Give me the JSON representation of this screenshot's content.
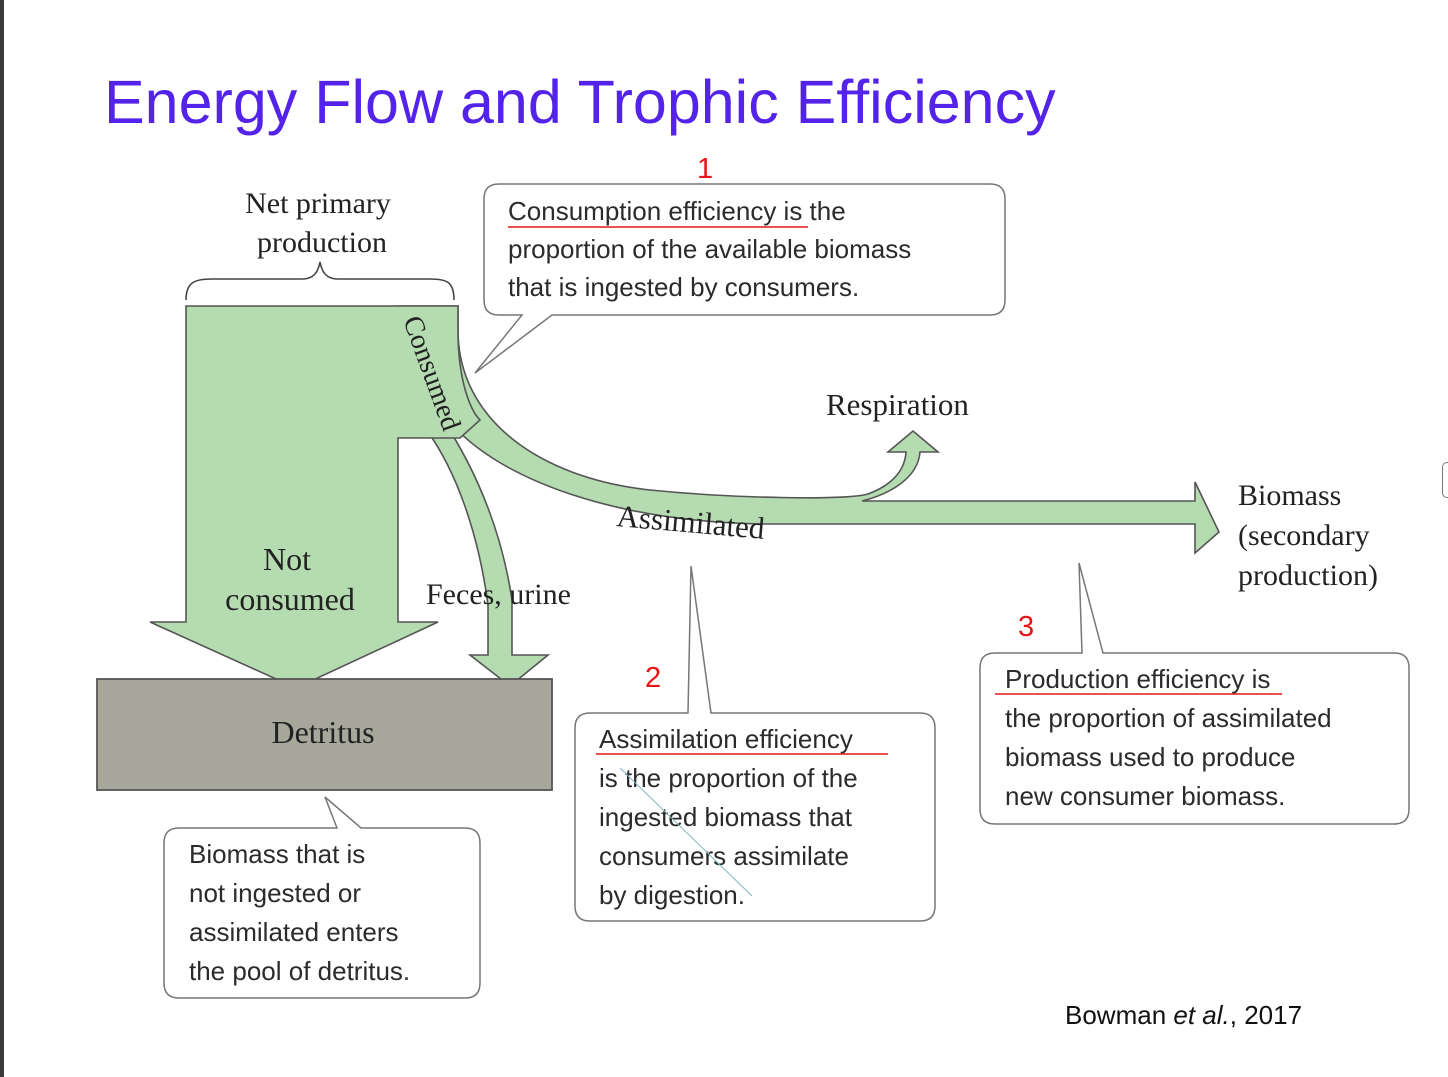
{
  "slide": {
    "title": "Energy Flow and Trophic Efficiency",
    "credit_author": "Bowman ",
    "credit_etal": "et al.",
    "credit_year": ", 2017"
  },
  "diagram": {
    "npp_label": [
      "Net primary",
      "production"
    ],
    "consumed": "Consumed",
    "not_consumed": [
      "Not",
      "consumed"
    ],
    "feces_urine": "Feces, urine",
    "assimilated": "Assimilated",
    "respiration": "Respiration",
    "biomass": [
      "Biomass",
      "(secondary",
      "production)"
    ],
    "detritus": "Detritus",
    "colors": {
      "flow_fill": "#b5dbb0",
      "flow_stroke": "#555555",
      "detritus_fill": "#a8a79c",
      "annotation_red": "#e51616",
      "title_purple": "#5323ea"
    }
  },
  "callouts": {
    "consumption": {
      "number": "1",
      "lines": [
        "Consumption efficiency is the",
        "proportion of the available biomass",
        "that is ingested by consumers."
      ]
    },
    "assimilation": {
      "number": "2",
      "lines": [
        "Assimilation efficiency",
        "is the proportion of the",
        "ingested biomass that",
        "consumers assimilate",
        "by digestion."
      ]
    },
    "production": {
      "number": "3",
      "lines": [
        "Production efficiency is",
        "the proportion of assimilated",
        "biomass used to produce",
        "new consumer biomass."
      ]
    },
    "detritus": {
      "lines": [
        "Biomass that is",
        "not ingested or",
        "assimilated enters",
        "the pool of detritus."
      ]
    }
  }
}
